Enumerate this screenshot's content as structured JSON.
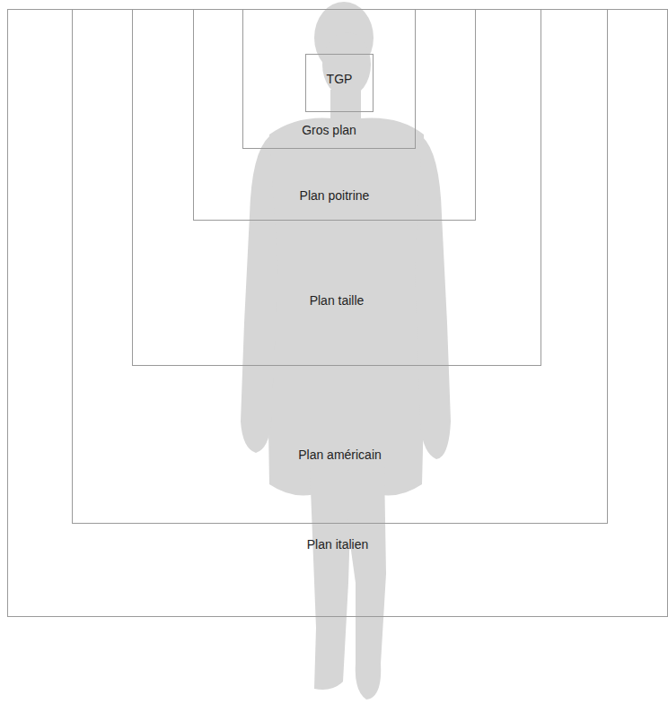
{
  "diagram": {
    "nodes": [
      {
        "text": [
          "Plan italien"
        ]
      },
      {
        "text": [
          "Plan américain"
        ],
        "in": 0
      },
      {
        "text": [
          "Plan taille"
        ],
        "in": 1
      },
      {
        "text": [
          "Plan poitrine"
        ],
        "in": 2
      },
      {
        "text": [
          "Gros plan"
        ],
        "in": 3
      },
      {
        "text": [
          "TGP"
        ],
        "in": 4
      }
    ]
  }
}
